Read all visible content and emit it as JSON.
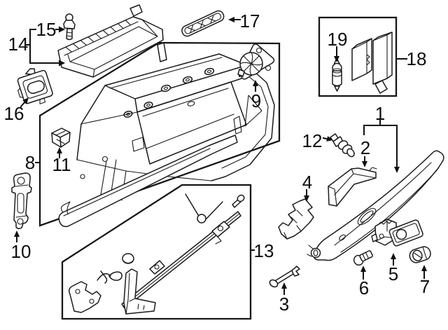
{
  "figure": {
    "type": "exploded-parts-diagram",
    "background": "#ffffff",
    "line_color": "#1a1a1a",
    "callouts": [
      "1",
      "2",
      "3",
      "4",
      "5",
      "6",
      "7",
      "8",
      "9",
      "10",
      "11",
      "12",
      "13",
      "14",
      "15",
      "16",
      "17",
      "18",
      "19"
    ]
  }
}
